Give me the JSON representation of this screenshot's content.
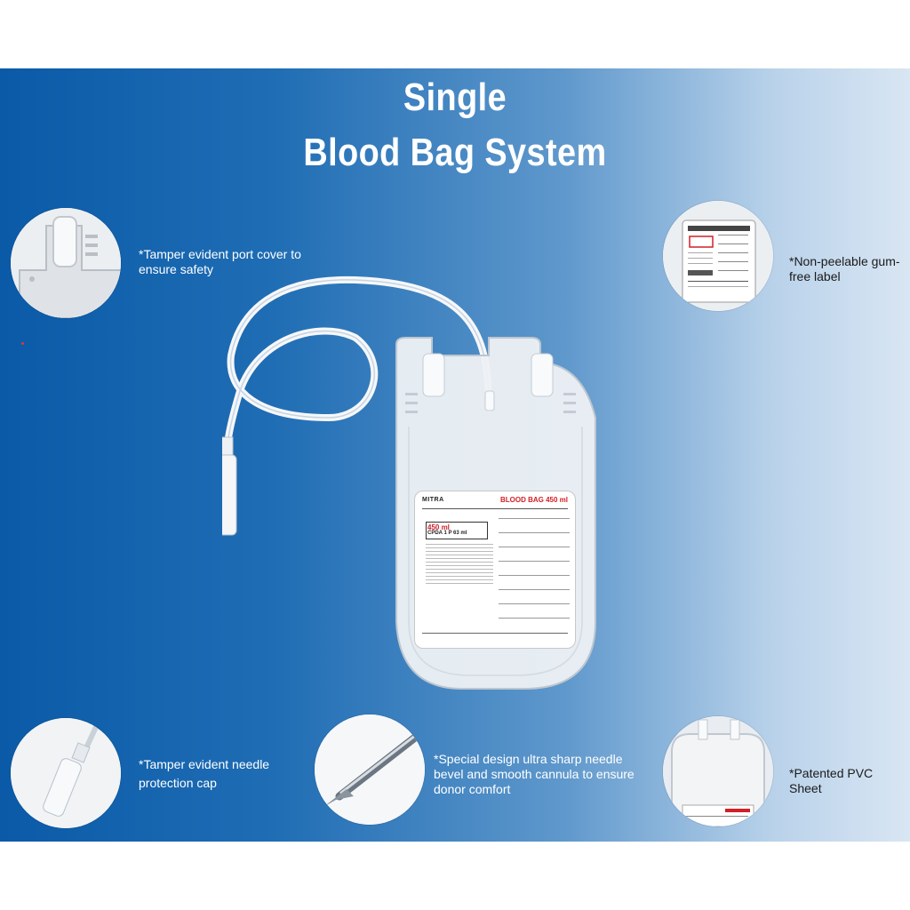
{
  "title": {
    "line1": "Single",
    "line2": "Blood Bag System"
  },
  "features": {
    "port_cover": "*Tamper evident port cover to ensure safety",
    "label": "*Non-peelable gum-free label",
    "needle_cap": "*Tamper evident needle protection cap",
    "needle": "*Special design ultra sharp needle bevel and smooth cannula to ensure donor comfort",
    "pvc": "*Patented PVC Sheet"
  },
  "product_label": {
    "brand": "MITRA",
    "product": "BLOOD BAG 450 ml",
    "volume": "450 ml",
    "anticoagulant": "CPDA 1 P 63 ml"
  },
  "colors": {
    "banner_left": "#0a5aa8",
    "banner_right": "#d9e6f3",
    "label_red": "#d21f26"
  }
}
